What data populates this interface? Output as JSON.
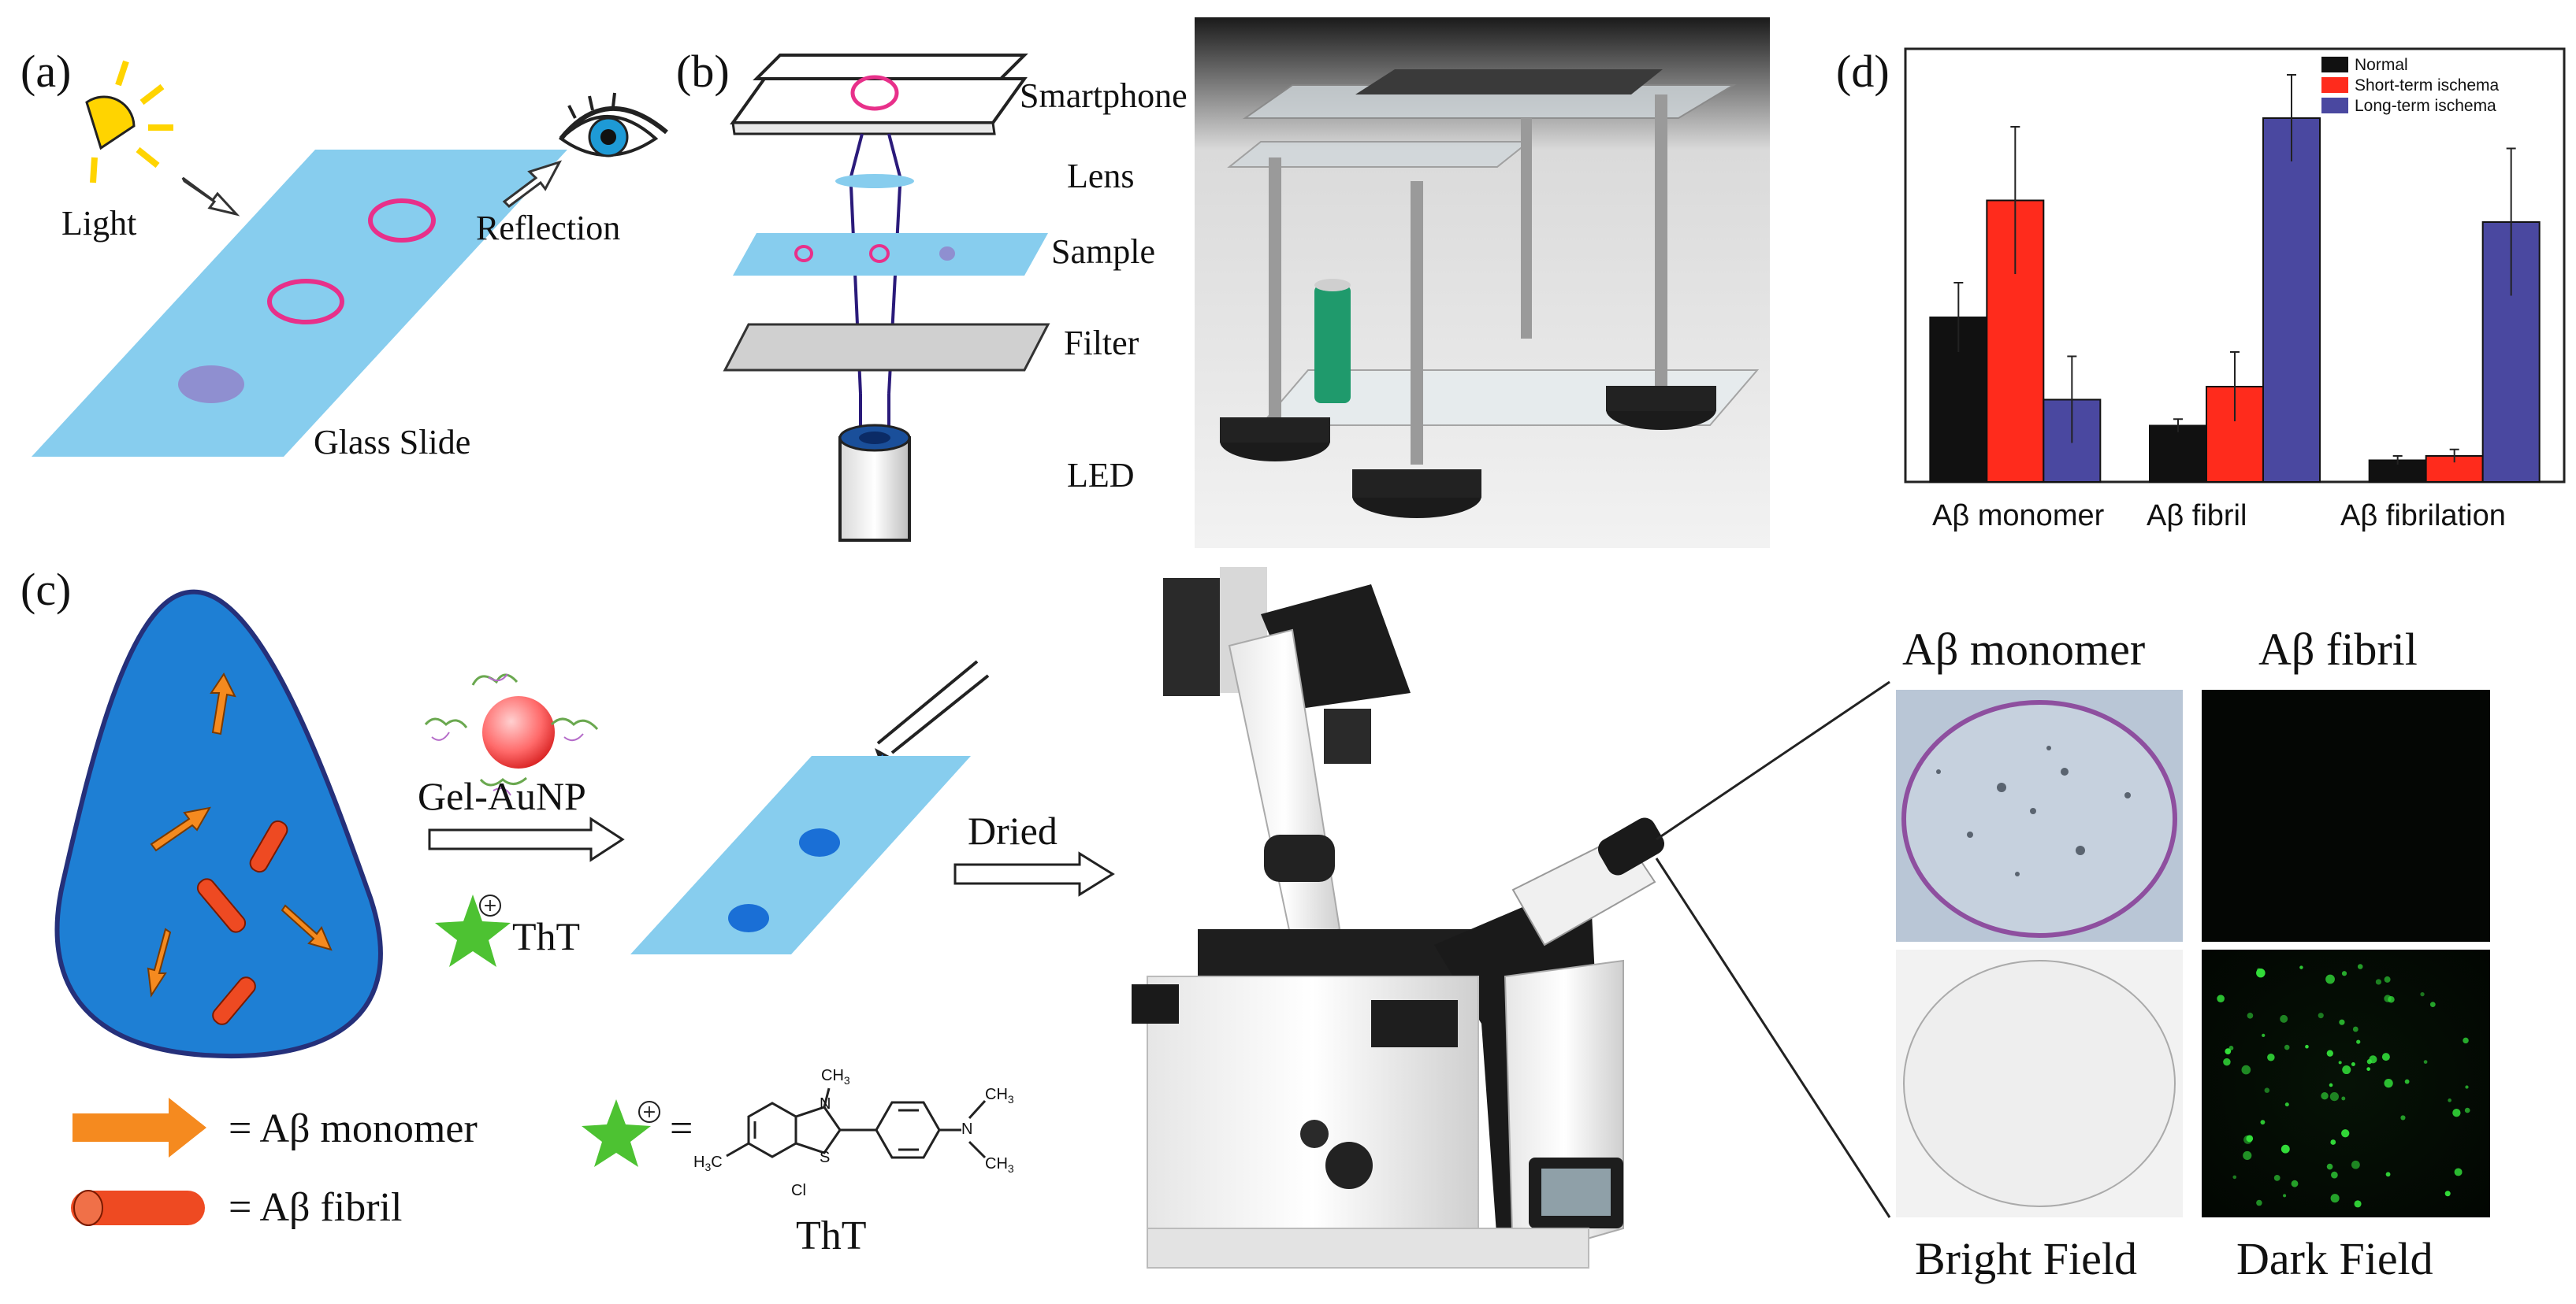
{
  "panels": {
    "a": {
      "letter": "(a)",
      "light": "Light",
      "reflection": "Reflection",
      "glass_slide": "Glass Slide"
    },
    "b": {
      "letter": "(b)",
      "smartphone": "Smartphone",
      "lens": "Lens",
      "sample": "Sample",
      "filter": "Filter",
      "led": "LED"
    },
    "c": {
      "letter": "(c)",
      "gel_aunp": "Gel-AuNP",
      "tht": "ThT",
      "dried": "Dried",
      "legend_monomer": "= Aβ monomer",
      "legend_fibril": "= Aβ fibril",
      "legend_eq": "=",
      "tht_caption": "ThT",
      "chem": {
        "methyl_top": "CH",
        "methyl_top_sub": "3",
        "n_plus": "N",
        "sulfur": "S",
        "h3c": "H",
        "h3c_sub": "3",
        "h3c_c": "C",
        "cl": "Cl",
        "n_right": "N",
        "ch3_a": "CH",
        "ch3_a_sub": "3",
        "ch3_b": "CH",
        "ch3_b_sub": "3"
      },
      "micrographs": {
        "col1_title": "Aβ monomer",
        "col2_title": "Aβ fibril",
        "row_bottom_left": "Bright Field",
        "row_bottom_right": "Dark Field"
      }
    },
    "d": {
      "letter": "(d)"
    }
  },
  "colors": {
    "slide_blue": "#87cdee",
    "ring_magenta": "#e8308a",
    "spot_purple": "#8f8fd0",
    "drop_blue": "#1a6fd6",
    "egg_blue": "#1e7fd4",
    "egg_border": "#25307a",
    "arrow_orange": "#f58a1f",
    "rod_red": "#ee4a22",
    "normal": "#111111",
    "short_term": "#ff2b1c",
    "long_term": "#4a48a0",
    "star_green": "#4dc232"
  },
  "chart_data": {
    "type": "bar",
    "categories": [
      "Aβ monomer",
      "Aβ fibril",
      "Aβ fibrilation"
    ],
    "series": [
      {
        "name": "Normal",
        "values": [
          0.38,
          0.13,
          0.05
        ],
        "errors": [
          0.08,
          0.015,
          0.01
        ]
      },
      {
        "name": "Short-term ischema",
        "values": [
          0.65,
          0.22,
          0.06
        ],
        "errors": [
          0.17,
          0.08,
          0.015
        ]
      },
      {
        "name": "Long-term ischema",
        "values": [
          0.19,
          0.84,
          0.6
        ],
        "errors": [
          0.1,
          0.1,
          0.17
        ]
      }
    ],
    "ylim": [
      0,
      1
    ],
    "grid": false,
    "legend_position": "top-right"
  }
}
